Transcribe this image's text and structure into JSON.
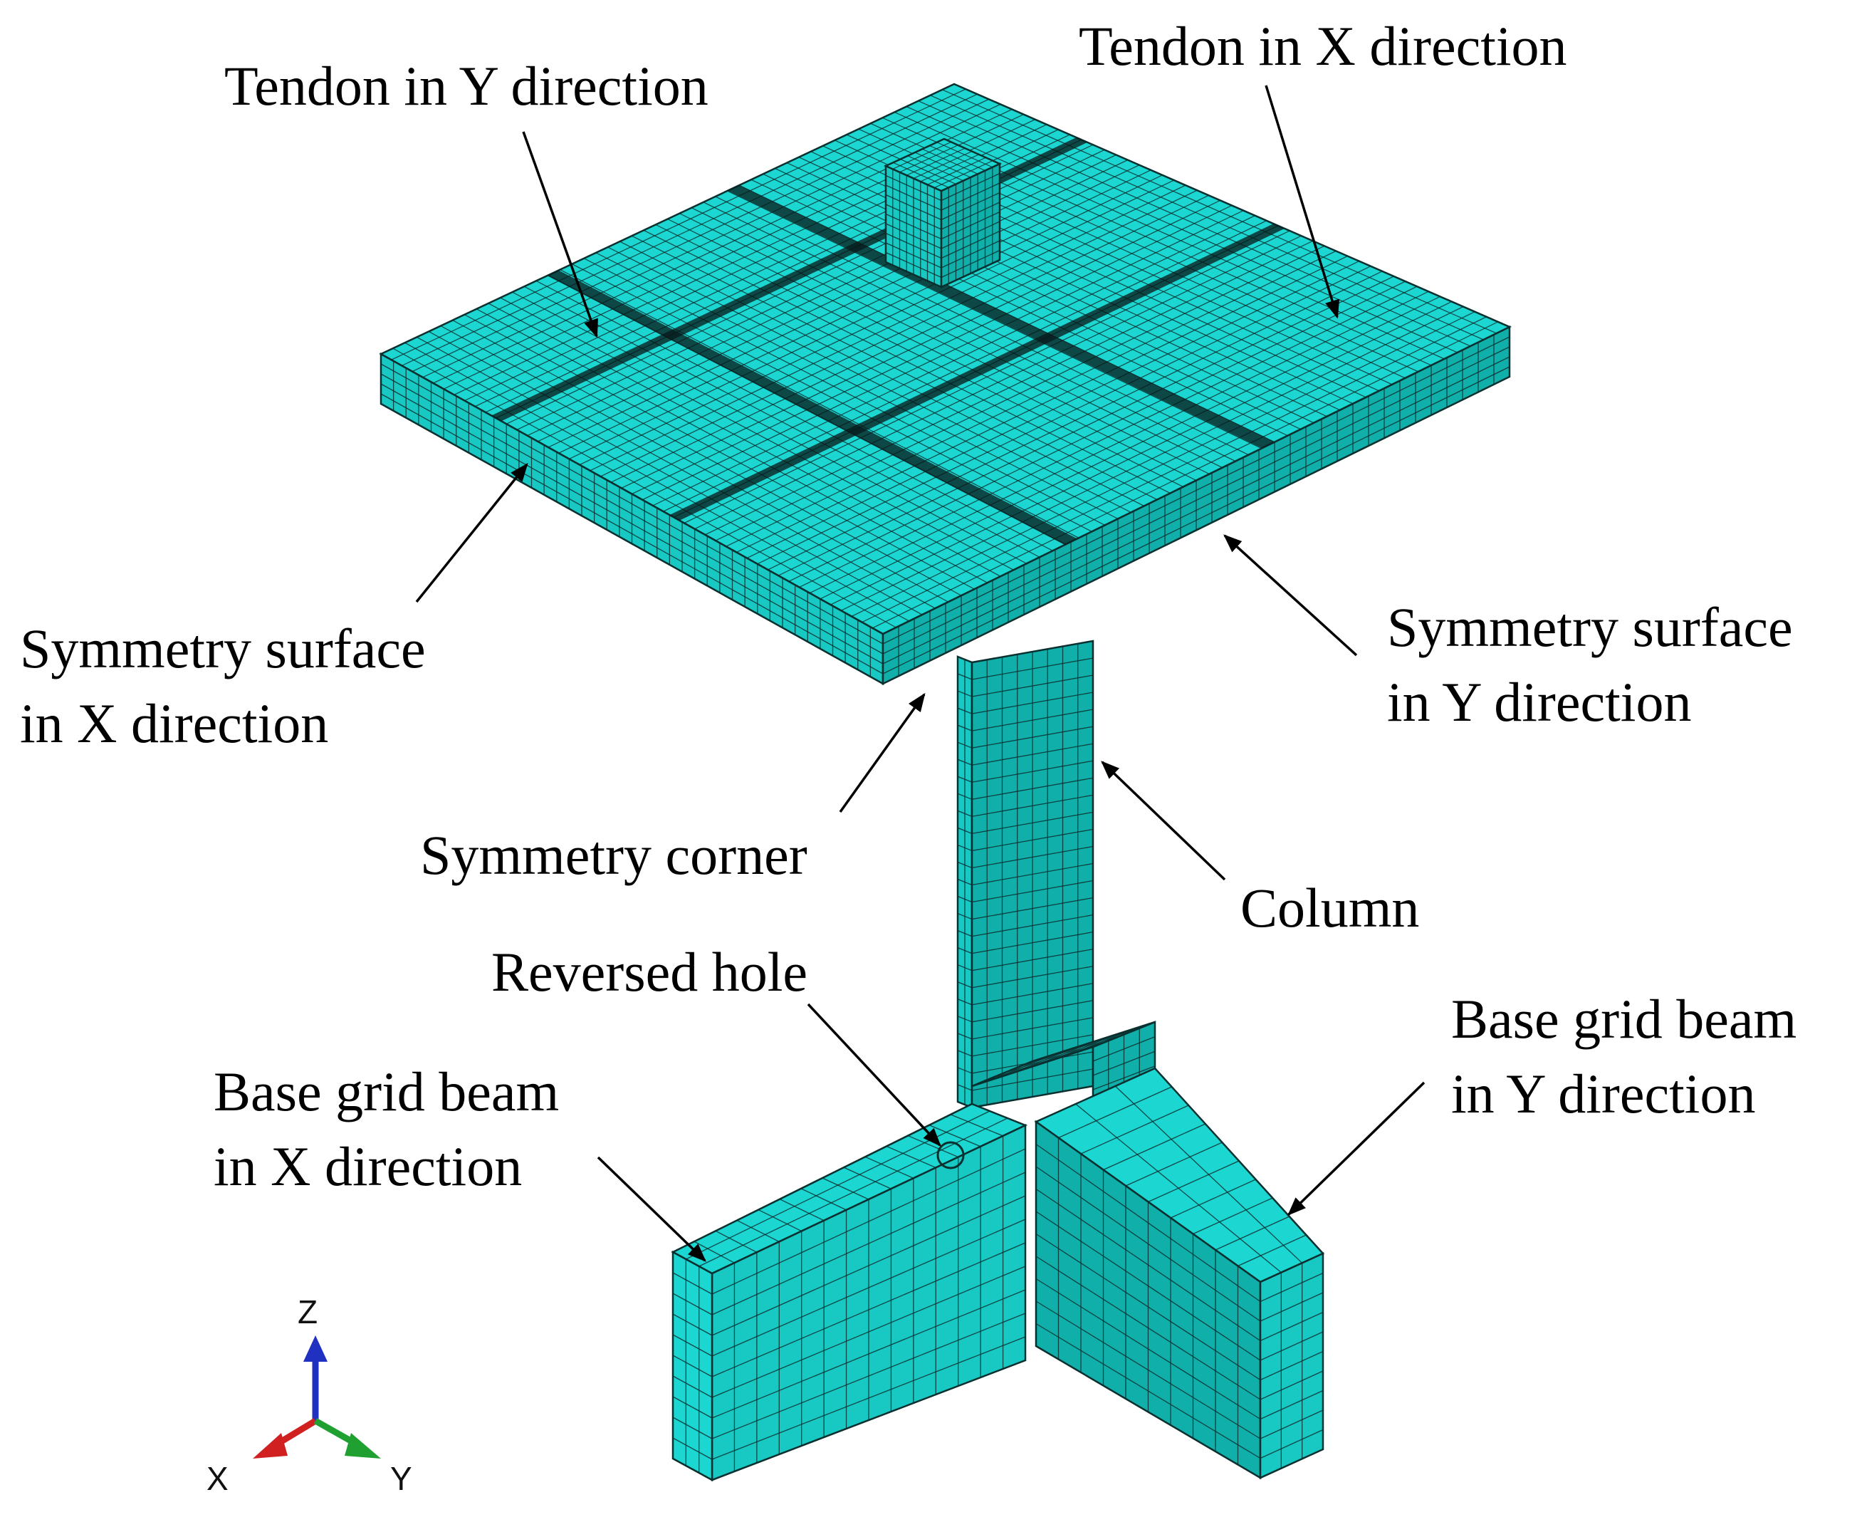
{
  "colors": {
    "mesh_fill": "#1CD6D1",
    "mesh_fill_side": "#18C8C3",
    "mesh_fill_dark": "#10AFAA",
    "mesh_lines": "#0a2f2f",
    "tendon_lines": "#081818",
    "arrow": "#000000",
    "axis_x": "#d02020",
    "axis_y": "#20a030",
    "axis_z": "#2030c0"
  },
  "labels": {
    "tendon_y": "Tendon in Y direction",
    "tendon_x": "Tendon in X direction",
    "sym_surface_x": [
      "Symmetry surface",
      "in X direction"
    ],
    "sym_surface_y": [
      "Symmetry surface",
      "in Y direction"
    ],
    "sym_corner": "Symmetry corner",
    "column": "Column",
    "reversed_hole": "Reversed hole",
    "base_beam_x": [
      "Base  grid  beam",
      "in X direction"
    ],
    "base_beam_y": [
      "Base  grid  beam",
      "in Y direction"
    ]
  },
  "triad": {
    "z": "Z",
    "x": "X",
    "y": "Y"
  }
}
